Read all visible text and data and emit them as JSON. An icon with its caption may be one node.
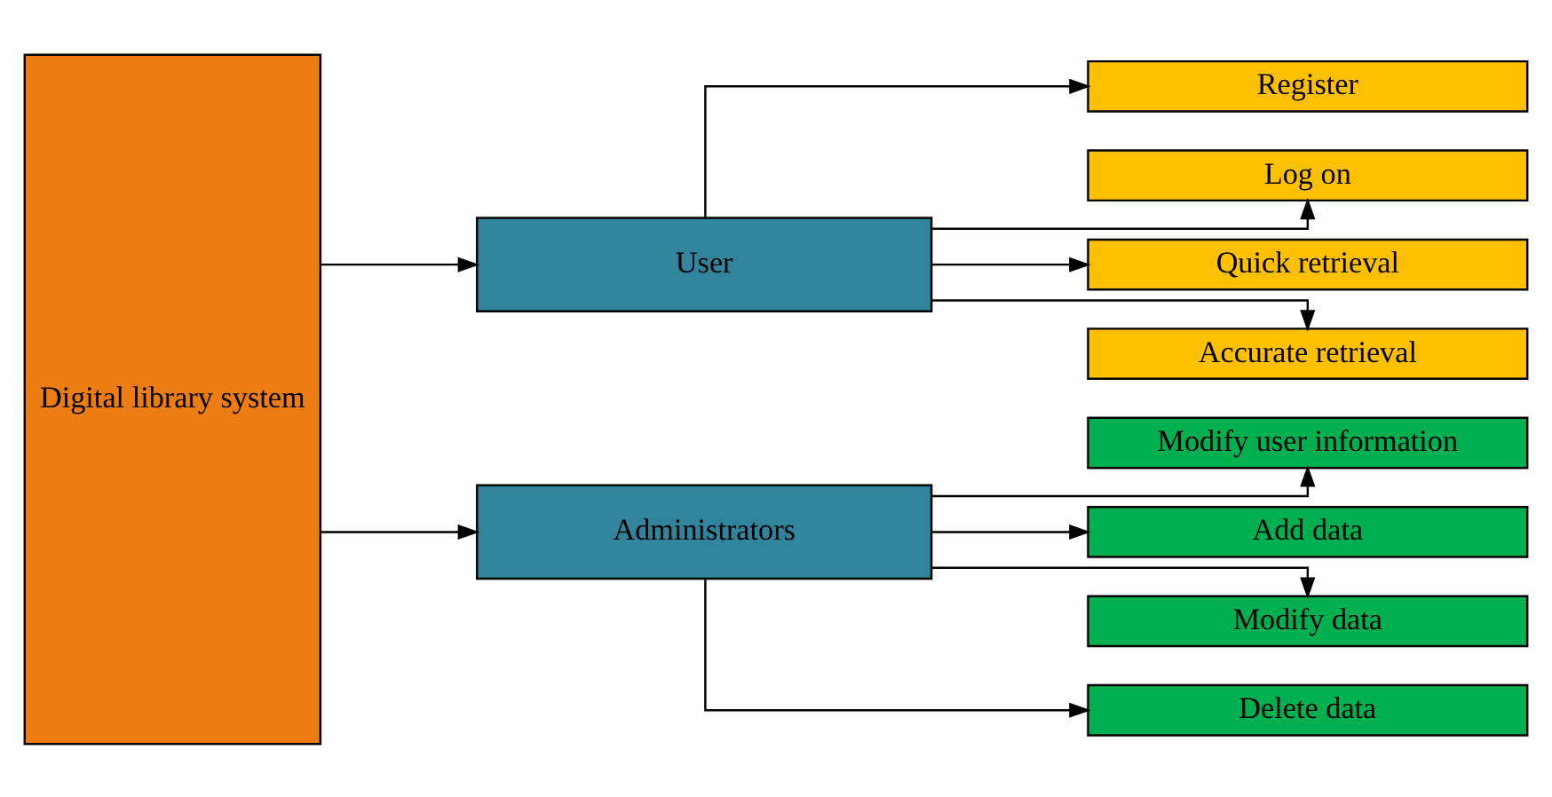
{
  "diagram": {
    "nodes": [
      {
        "text": [
          "Digital library system"
        ]
      },
      {
        "text": [
          "User"
        ]
      },
      {
        "text": [
          "Administrators"
        ]
      },
      {
        "text": [
          "Register"
        ]
      },
      {
        "text": [
          "Log on"
        ]
      },
      {
        "text": [
          "Quick retrieval"
        ]
      },
      {
        "text": [
          "Accurate retrieval"
        ]
      },
      {
        "text": [
          "Modify user information"
        ]
      },
      {
        "text": [
          "Add data"
        ]
      },
      {
        "text": [
          "Modify data"
        ]
      },
      {
        "text": [
          "Delete data"
        ]
      }
    ],
    "edges": [
      {
        "from": 0,
        "to": 1,
        "arrow": "to"
      },
      {
        "from": 0,
        "to": 2,
        "arrow": "to"
      },
      {
        "from": 1,
        "to": 3,
        "arrow": "to"
      },
      {
        "from": 1,
        "to": 4,
        "arrow": "to"
      },
      {
        "from": 1,
        "to": 5,
        "arrow": "to"
      },
      {
        "from": 1,
        "to": 6,
        "arrow": "to"
      },
      {
        "from": 2,
        "to": 7,
        "arrow": "to"
      },
      {
        "from": 2,
        "to": 8,
        "arrow": "to"
      },
      {
        "from": 2,
        "to": 9,
        "arrow": "to"
      },
      {
        "from": 2,
        "to": 10,
        "arrow": "to"
      }
    ]
  }
}
